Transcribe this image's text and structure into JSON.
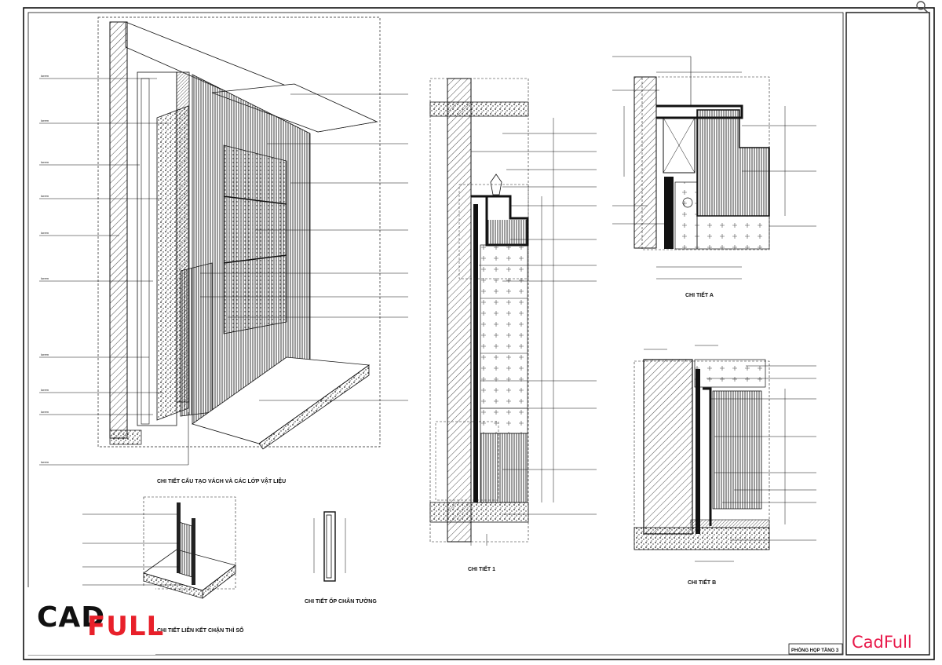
{
  "brand": {
    "logo_part1": "CAD",
    "logo_part2": "FULL",
    "watermark": "CadFull",
    "accent_color": "#e8202a"
  },
  "captions": {
    "main": "CHI TIẾT CẤU TẠO VÁCH VÀ CÁC LỚP VẬT LIỆU",
    "detail_1": "CHI TIẾT 1",
    "detail_a": "CHI TIẾT A",
    "detail_b": "CHI TIẾT B",
    "baseboard": "CHI TIẾT ỐP CHÂN TƯỜNG",
    "door_stop": "CHI TIẾT LIÊN KẾT CHẶN THÌ SỔ"
  },
  "title_block": {
    "sheet_name": "PHÒNG HỌP TẦNG 3"
  },
  "icons": [
    "magnifier-icon"
  ]
}
